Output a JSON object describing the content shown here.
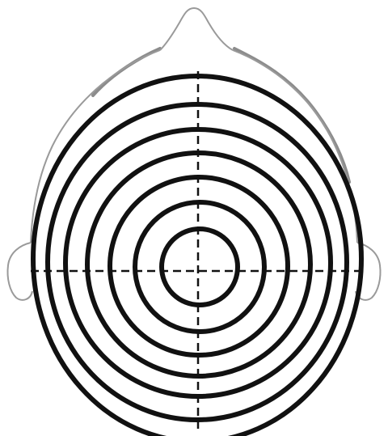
{
  "figure": {
    "ring_count": 7,
    "colors": {
      "head_outline": "#9a9a9a",
      "head_shadow": "#8c8c8c",
      "rings": "#111111",
      "crosshair": "#111111",
      "background": "#ffffff"
    },
    "crosshair_style": "dashed",
    "outline_style": "solid"
  }
}
